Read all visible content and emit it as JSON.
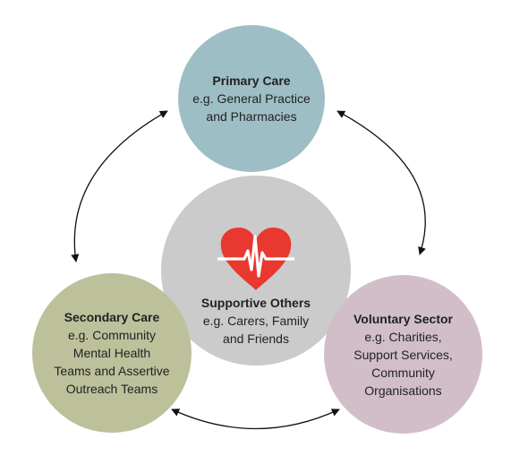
{
  "nodes": {
    "primary": {
      "title": "Primary Care",
      "description": "e.g. General Practice\nand Pharmacies",
      "color": "#9ebec5"
    },
    "secondary": {
      "title": "Secondary Care",
      "description": "e.g. Community\nMental Health\nTeams and Assertive\nOutreach Teams",
      "color": "#bdc19b"
    },
    "voluntary": {
      "title": "Voluntary Sector",
      "description": "e.g. Charities,\nSupport Services,\nCommunity\nOrganisations",
      "color": "#d1bec9"
    },
    "center": {
      "title": "Supportive Others",
      "description": "e.g. Carers, Family\nand Friends",
      "color": "#cbcbcb",
      "icon": "heart-pulse-icon",
      "icon_color": "#e8382f"
    }
  },
  "connectors": [
    {
      "from": "primary",
      "to": "secondary",
      "style": "double-arrow"
    },
    {
      "from": "primary",
      "to": "voluntary",
      "style": "double-arrow"
    },
    {
      "from": "secondary",
      "to": "voluntary",
      "style": "double-arrow"
    }
  ]
}
